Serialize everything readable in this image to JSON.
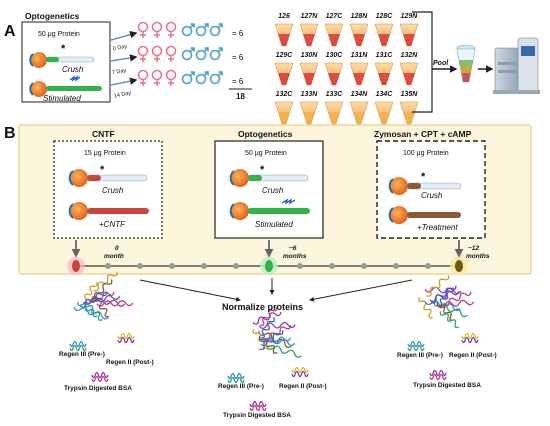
{
  "panel_a": {
    "letter": "A",
    "box_title": "Optogenetics",
    "protein": "50 μg Protein",
    "crush": "Crush",
    "stimulated": "Stimulated",
    "star": "*",
    "days": [
      "0 Day",
      "7 Day",
      "14 Day"
    ],
    "counts": [
      "= 6",
      "= 6",
      "= 6"
    ],
    "total": "18",
    "tmt_row1": [
      "126",
      "127N",
      "127C",
      "128N",
      "128C",
      "129N"
    ],
    "tmt_row2": [
      "129C",
      "130N",
      "130C",
      "131N",
      "131C",
      "132N"
    ],
    "tmt_row3": [
      "132C",
      "133N",
      "133C",
      "134N",
      "134C",
      "135N"
    ],
    "pool": "Pool"
  },
  "panel_b": {
    "letter": "B",
    "cntf": {
      "title": "CNTF",
      "protein": "15 μg Protein",
      "crush": "Crush",
      "treat": "+CNTF"
    },
    "opto": {
      "title": "Optogenetics",
      "protein": "50 μg Protein",
      "crush": "Crush",
      "treat": "Stimulated"
    },
    "zym": {
      "title": "Zymosan + CPT + cAMP",
      "protein": "100 μg Protein",
      "crush": "Crush",
      "treat": "+Treatment"
    },
    "timeline": [
      "0",
      "month",
      "~6",
      "months",
      "~12",
      "months"
    ],
    "normalize": "Normalize proteins",
    "regen3": "Regen III (Pre-)",
    "regen2": "Regen II (Post-)",
    "bsa": "Trypsin Digested BSA"
  },
  "colors": {
    "pink": "#e8798c",
    "blue": "#4aa2c6",
    "cntf": "#c8463a",
    "opto": "#2fb34a",
    "zym": "#8a5a32",
    "panel_bg": "#fdf6dd",
    "panel_border": "#e8d08a"
  }
}
